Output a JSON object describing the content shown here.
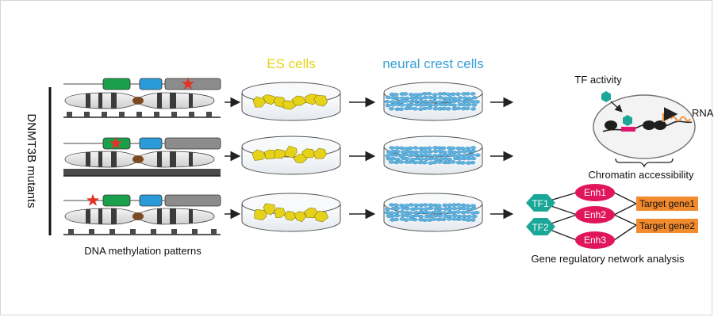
{
  "colors": {
    "es_cells": "#e6d219",
    "neural_crest": "#3a9fd6",
    "domain_green": "#1aa04a",
    "domain_blue": "#2a9bd8",
    "domain_gray": "#8c8c8c",
    "star": "#e23226",
    "tf_hex": "#1aa797",
    "enhancer": "#e0155b",
    "target_gene": "#f28a2e",
    "nucleosome_pink": "#e0156e"
  },
  "left": {
    "vertical_label": "DNMT3B mutants",
    "bottom_label": "DNA methylation patterns"
  },
  "columns": {
    "es_title": "ES cells",
    "nc_title": "neural crest cells"
  },
  "chromatin": {
    "tf_activity": "TF activity",
    "rna": "RNA",
    "caption": "Chromatin accessibility"
  },
  "network": {
    "tf1": "TF1",
    "tf2": "TF2",
    "enh1": "Enh1",
    "enh2": "Enh2",
    "enh3": "Enh3",
    "target1": "Target gene1",
    "target2": "Target gene2",
    "caption": "Gene regulatory network analysis"
  }
}
